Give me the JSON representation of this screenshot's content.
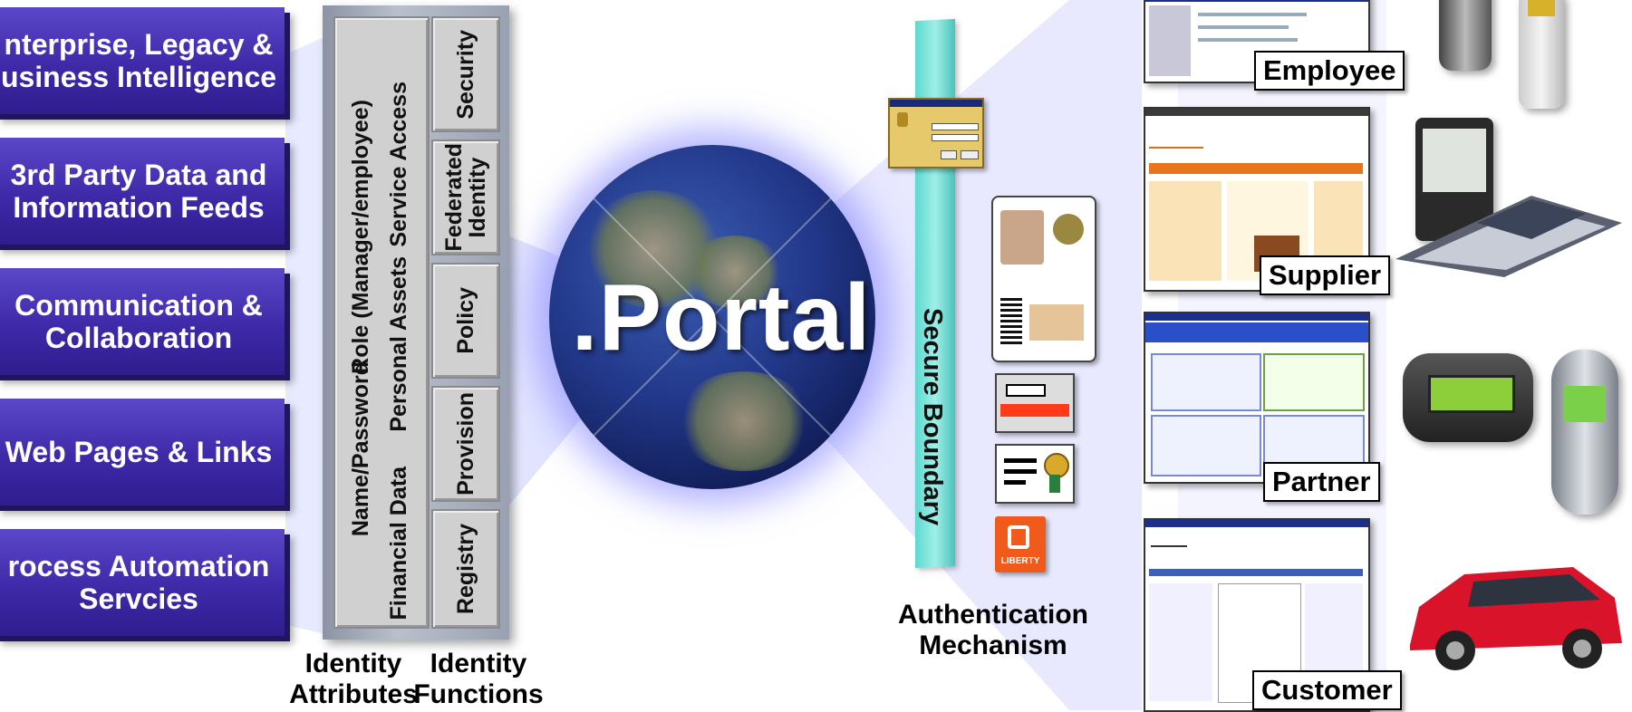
{
  "sources": [
    {
      "label": "nterprise, Legacy &\nusiness Intelligence"
    },
    {
      "label": "3rd Party Data and\nInformation Feeds"
    },
    {
      "label": "Communication &\nCollaboration"
    },
    {
      "label": "Web Pages & Links"
    },
    {
      "label": "rocess Automation\nServcies"
    }
  ],
  "identity_attributes": {
    "lines": [
      "Name/Password",
      "Role (Manager/employee)",
      "Financial Data",
      "Personal Assets",
      "Service Access"
    ],
    "caption": "Identity\nAttributes"
  },
  "identity_functions": {
    "tiles": [
      "Security",
      "Federated\nIdentity",
      "Policy",
      "Provision",
      "Registry"
    ],
    "caption": "Identity\nFunctions"
  },
  "portal": {
    "label": ".Portal"
  },
  "boundary": {
    "label": "Secure Boundary"
  },
  "authentication": {
    "caption": "Authentication\nMechanism",
    "liberty_label": "LIBERTY"
  },
  "audiences": [
    {
      "label": "Employee"
    },
    {
      "label": "Supplier"
    },
    {
      "label": "Partner"
    },
    {
      "label": "Customer"
    }
  ],
  "devices": [
    "mobile-phone-icon",
    "flip-phone-icon",
    "pda-icon",
    "handheld-computer-icon",
    "pager-icon",
    "nokia-phone-icon",
    "car-icon"
  ],
  "colors": {
    "source_box": "#3e2aa8",
    "boundary": "#5fd8cf",
    "beam": "#d9dcff",
    "car": "#d9132a"
  }
}
